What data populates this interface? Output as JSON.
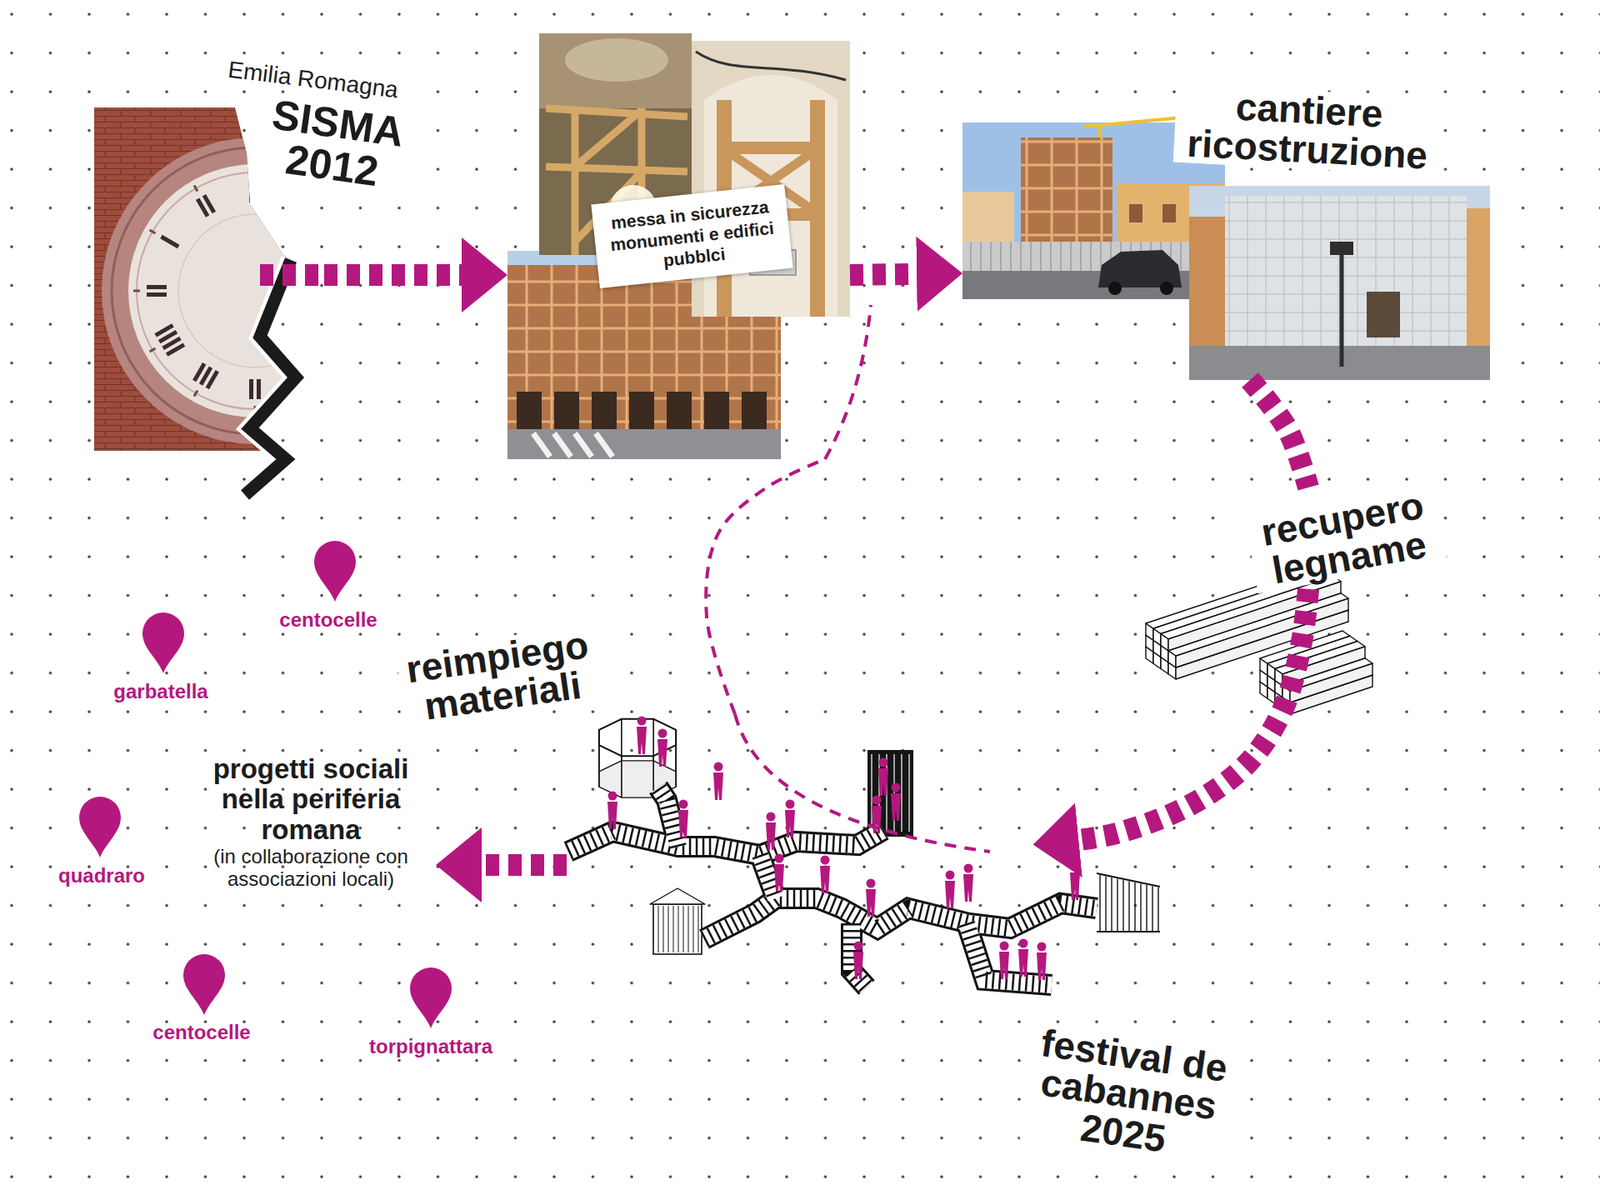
{
  "diagram": {
    "nodes": [
      {
        "text": [
          "Emilia Romagna",
          "SISMA 2012"
        ]
      },
      {
        "text": [
          "messa in sicurezza monumenti e edifici pubblci"
        ]
      },
      {
        "text": [
          "cantiere ricostruzione"
        ]
      },
      {
        "text": [
          "recupero legname"
        ]
      },
      {
        "text": [
          "festival de cabannes 2025"
        ]
      },
      {
        "text": [
          "progetti sociali nella periferia romana",
          "(in collaborazione con associazioni locali)"
        ]
      }
    ],
    "edges": [
      {
        "from": 0,
        "to": 1,
        "arrow": "to"
      },
      {
        "from": 1,
        "to": 2,
        "arrow": "to"
      },
      {
        "from": 2,
        "to": 3,
        "arrow": "none"
      },
      {
        "from": 3,
        "to": 4,
        "arrow": "to"
      },
      {
        "from": 4,
        "to": 5,
        "arrow": "to"
      },
      {
        "from": 4,
        "to": 1,
        "arrow": "none"
      }
    ],
    "labels": [
      "reimpiego materiali",
      "centocelle",
      "garbatella",
      "quadraro",
      "centocelle",
      "torpignattara"
    ]
  }
}
